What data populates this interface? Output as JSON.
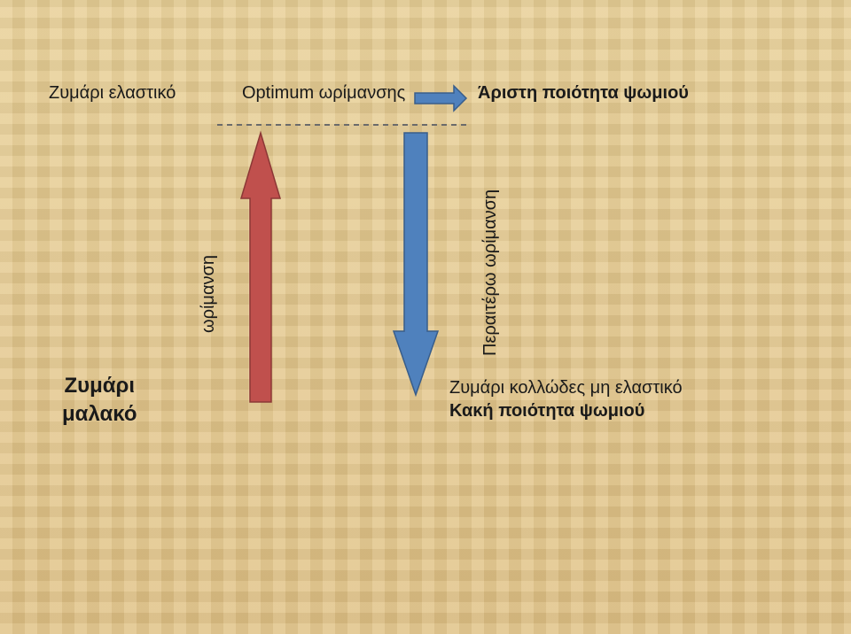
{
  "texts": {
    "elastic_dough": "Ζυμάρι ελαστικό",
    "optimum": "Optimum ωρίμανσης",
    "best_quality": "Άριστη ποιότητα ψωμιού",
    "ripening": "ωρίμανση",
    "further_ripening": "Περαιτέρω ωρίμανση",
    "soft_line1": "Ζυμάρι",
    "soft_line2": "μαλακό",
    "sticky": "Ζυμάρι κολλώδες μη ελαστικό",
    "bad_quality": "Κακή ποιότητα ψωμιού"
  },
  "colors": {
    "up_arrow": "#c0504d",
    "down_arrow": "#4f81bd",
    "right_arrow": "#4f81bd",
    "dashed_line": "#6b6b6b"
  }
}
